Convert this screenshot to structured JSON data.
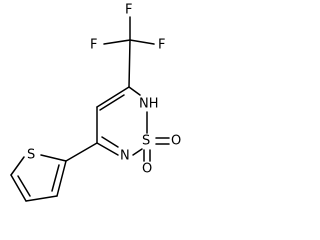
{
  "molecule": {
    "atoms": {
      "F_top": "F",
      "F_left": "F",
      "F_right": "F",
      "NH": "NH",
      "S_ring": "S",
      "O_right": "O",
      "O_bottom": "O",
      "N_ring": "N",
      "S_thiophene": "S"
    }
  }
}
